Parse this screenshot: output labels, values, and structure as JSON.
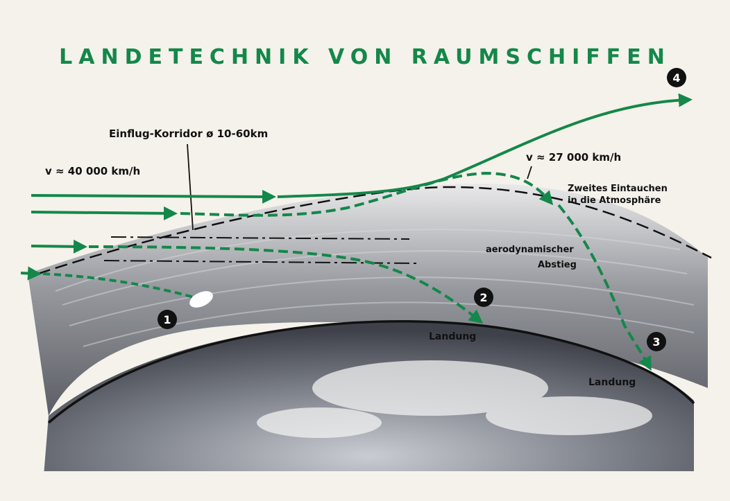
{
  "title": "LANDETECHNIK VON RAUMSCHIFFEN",
  "labels": {
    "corridor": "Einflug-Korridor ø 10-60km",
    "speed_entry": "v ≈ 40 000 km/h",
    "speed_orbit": "v ≈ 27 000 km/h",
    "second_entry_line1": "Zweites Eintauchen",
    "second_entry_line2": "in die Atmosphäre",
    "aero_line1": "aerodynamischer",
    "aero_line2": "Abstieg",
    "landing_2": "Landung",
    "landing_3": "Landung"
  },
  "markers": [
    "1",
    "2",
    "3",
    "4"
  ],
  "colors": {
    "accent_green": "#14874a",
    "background": "#f4f2ea",
    "ink": "#111111"
  }
}
